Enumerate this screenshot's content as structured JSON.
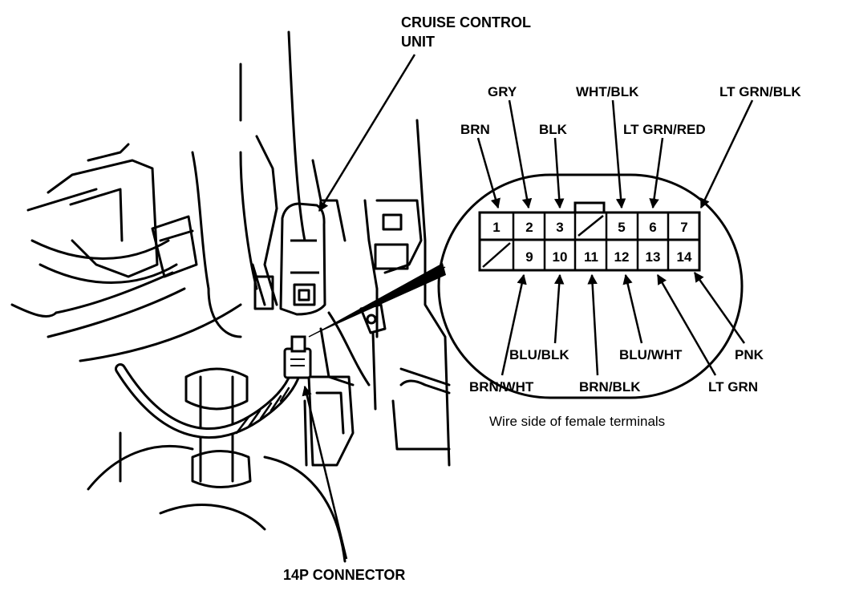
{
  "title_lines": [
    "CRUISE CONTROL",
    "UNIT"
  ],
  "connector_label": "14P CONNECTOR",
  "caption": "Wire side of female terminals",
  "top_row_pins": [
    "1",
    "2",
    "3",
    "",
    "5",
    "6",
    "7"
  ],
  "bottom_row_pins": [
    "",
    "9",
    "10",
    "11",
    "12",
    "13",
    "14"
  ],
  "wire_colors": {
    "brn": "BRN",
    "gry": "GRY",
    "blk": "BLK",
    "wht_blk": "WHT/BLK",
    "lt_grn_red": "LT GRN/RED",
    "lt_grn_blk": "LT GRN/BLK",
    "brn_wht": "BRN/WHT",
    "blu_blk": "BLU/BLK",
    "brn_blk": "BRN/BLK",
    "blu_wht": "BLU/WHT",
    "lt_grn": "LT GRN",
    "pnk": "PNK"
  }
}
